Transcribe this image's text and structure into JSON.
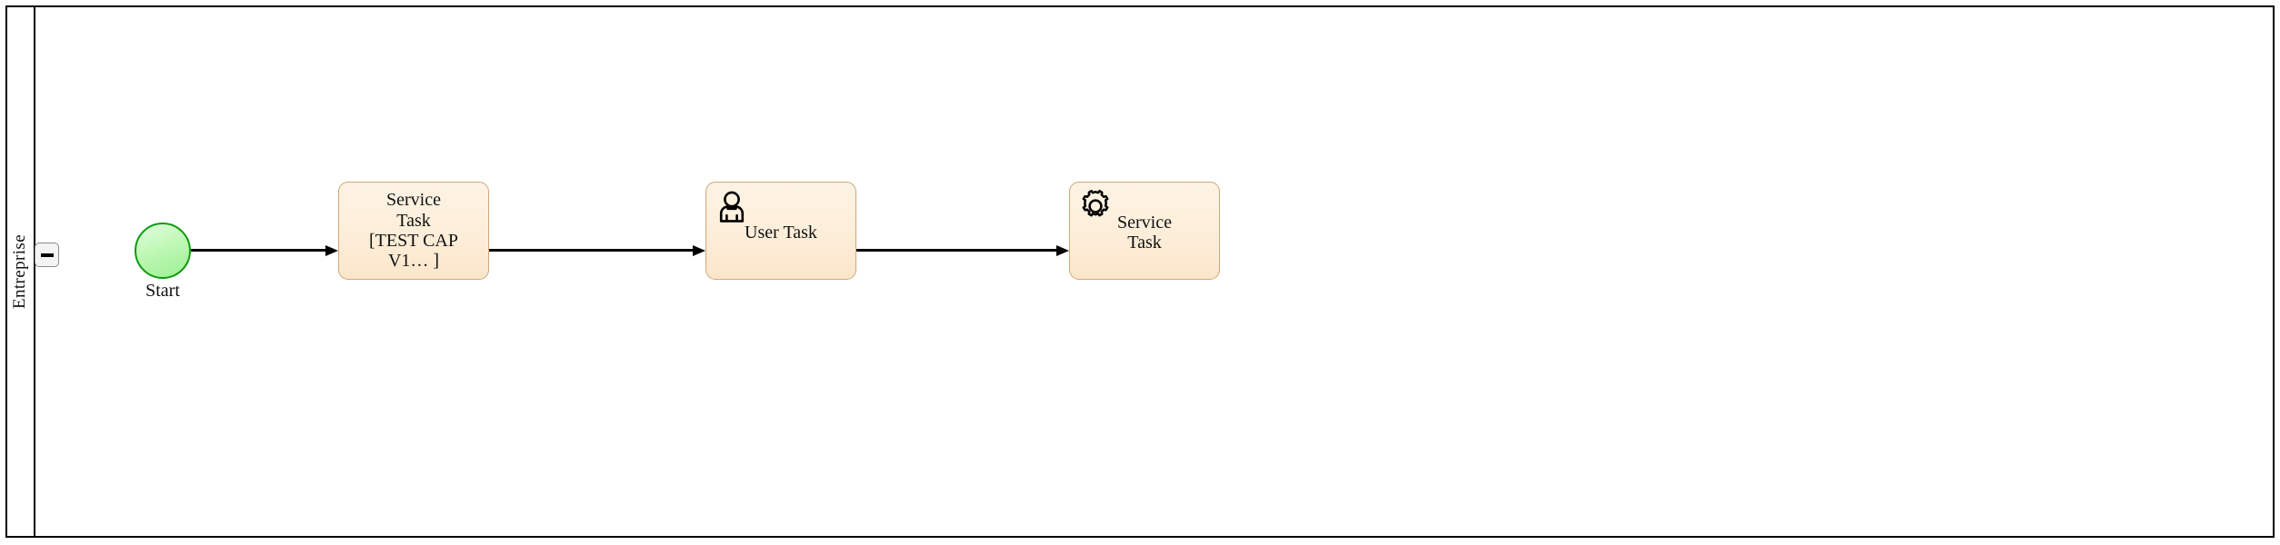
{
  "diagram": {
    "type": "bpmn-process",
    "pool": {
      "name": "Entreprise",
      "collapse_toggle": {
        "icon": "minus-icon",
        "state": "expanded"
      }
    },
    "colors": {
      "pool_border": "#000000",
      "task_fill": "#fdeed9",
      "task_border": "#cfa876",
      "start_fill": "#9cf093",
      "start_border": "#109b10",
      "connector": "#000000"
    },
    "nodes": [
      {
        "id": "start-event",
        "kind": "start-event",
        "label": "Start"
      },
      {
        "id": "task-1",
        "kind": "service-task",
        "label": "Service\nTask\n[TEST CAP\nV1… ]",
        "icon": null
      },
      {
        "id": "task-2",
        "kind": "user-task",
        "label": "User Task",
        "icon": "user-icon"
      },
      {
        "id": "task-3",
        "kind": "service-task",
        "label": "Service\nTask",
        "icon": "gear-icon"
      }
    ],
    "flows": [
      {
        "id": "flow-1",
        "from": "start-event",
        "to": "task-1"
      },
      {
        "id": "flow-2",
        "from": "task-1",
        "to": "task-2"
      },
      {
        "id": "flow-3",
        "from": "task-2",
        "to": "task-3"
      }
    ]
  }
}
